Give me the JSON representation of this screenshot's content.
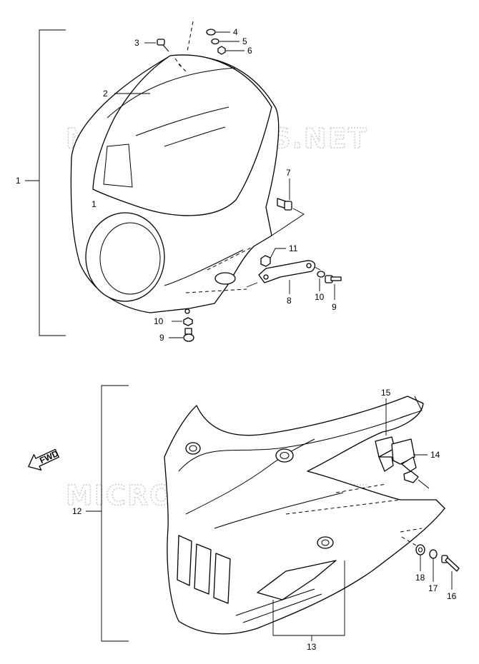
{
  "watermark": "MICROFICHES.NET",
  "fwd_label": "FWD",
  "callouts": {
    "p1": "1",
    "p2": "2",
    "p3": "3",
    "p4": "4",
    "p5": "5",
    "p6": "6",
    "p7": "7",
    "p8": "8",
    "p9a": "9",
    "p10a": "10",
    "p11": "11",
    "p10b": "10",
    "p9b": "9",
    "p12": "12",
    "p13": "13",
    "p14": "14",
    "p15": "15",
    "p16": "16",
    "p17": "17",
    "p18": "18"
  }
}
